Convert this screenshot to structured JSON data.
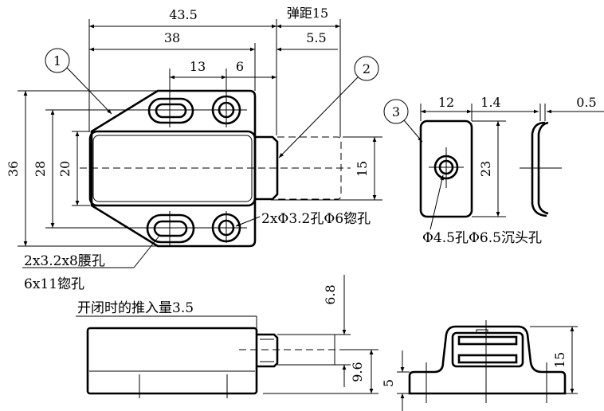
{
  "drawing": {
    "dims": {
      "overall_length": "43.5",
      "stroke": "弹距15",
      "body_length": "38",
      "plunger_ext": "5.5",
      "hole_pitch": "13",
      "hole_edge": "6",
      "height_overall": "36",
      "hole_spacing": "28",
      "body_height": "20",
      "plunger_height": "15",
      "striker_width": "12",
      "striker_gap": "1.4",
      "striker_thk": "0.5",
      "striker_height": "23",
      "side_top": "6.8",
      "side_center": "9.6",
      "front_base": "5",
      "front_height": "15"
    },
    "notes": {
      "round_holes": "2xΦ3.2孔Φ6锪孔",
      "striker_hole": "Φ4.5孔Φ6.5沉头孔",
      "slot_holes": "2x3.2x8腰孔",
      "slot_counterbore": "6x11锪孔",
      "push_in": "开闭时的推入量3.5"
    },
    "balloons": [
      "1",
      "2",
      "3"
    ]
  }
}
